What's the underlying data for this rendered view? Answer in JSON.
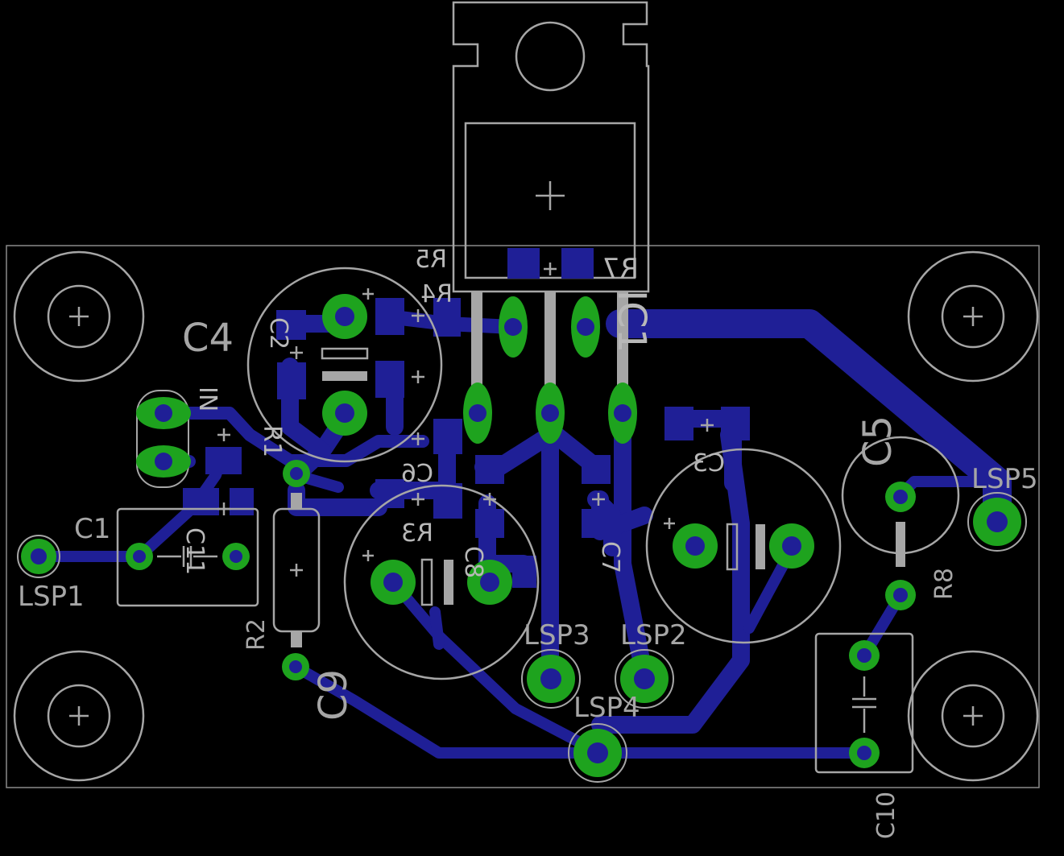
{
  "board": {
    "title": "PCB Layout",
    "colors": {
      "background": "#000000",
      "trace": "#1f1f96",
      "pad": "#1ea31e",
      "silkscreen": "#a6a6a6"
    }
  },
  "labels": {
    "c1": "C1",
    "c4": "C4",
    "c5": "C5",
    "c9": "C9",
    "c10": "C10",
    "r2": "R2",
    "r8": "R8",
    "lsp1": "LSP1",
    "lsp2": "LSP2",
    "lsp3": "LSP3",
    "lsp4": "LSP4",
    "lsp5": "LSP5"
  },
  "mirrored_labels": {
    "r5": "R5",
    "r4": "R4",
    "r7": "R7",
    "c3": "C3",
    "c6": "C6",
    "r3": "R3",
    "r1": "R1",
    "c2": "C2",
    "c8": "C8",
    "c7": "C7",
    "c11": "C11",
    "ic1": "IC1",
    "in": "IN"
  }
}
